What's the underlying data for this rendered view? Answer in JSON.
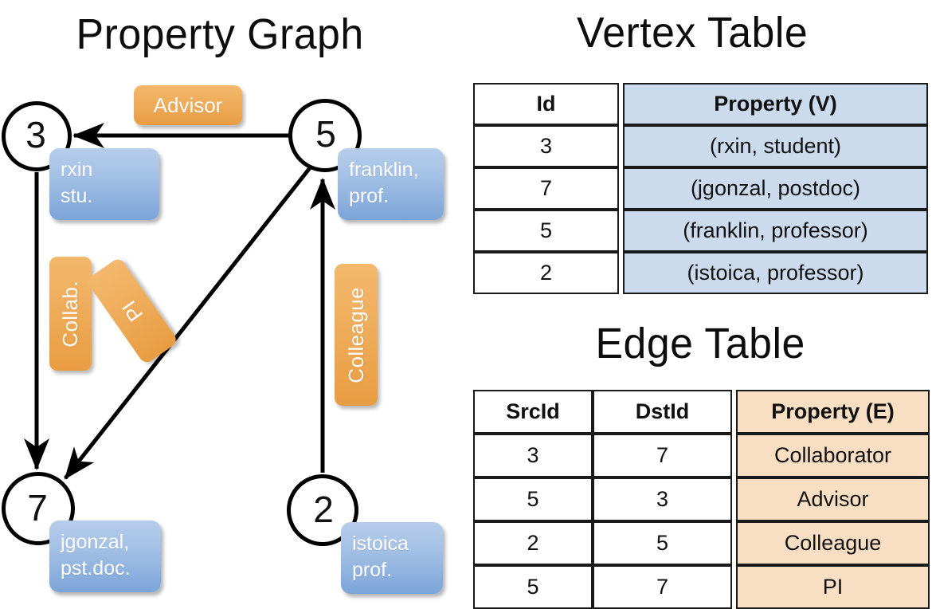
{
  "titles": {
    "property_graph": "Property Graph",
    "vertex_table": "Vertex Table",
    "edge_table": "Edge Table"
  },
  "graph": {
    "nodes": [
      {
        "id": "3",
        "property_lines": [
          "rxin",
          "stu."
        ]
      },
      {
        "id": "5",
        "property_lines": [
          "franklin,",
          "prof."
        ]
      },
      {
        "id": "7",
        "property_lines": [
          "jgonzal,",
          "pst.doc."
        ]
      },
      {
        "id": "2",
        "property_lines": [
          "istoica",
          "prof."
        ]
      }
    ],
    "node_labels": {
      "n3": "3",
      "n5": "5",
      "n7": "7",
      "n2": "2"
    },
    "property_boxes": {
      "rxin": {
        "line1": "rxin",
        "line2": "stu."
      },
      "franklin": {
        "line1": "franklin,",
        "line2": "prof."
      },
      "jgonzal": {
        "line1": "jgonzal,",
        "line2": "pst.doc."
      },
      "istoica": {
        "line1": "istoica",
        "line2": "prof."
      }
    },
    "edge_labels": {
      "advisor": "Advisor",
      "collab": "Collab.",
      "pi": "PI",
      "colleague": "Colleague"
    },
    "edges": [
      {
        "from": "5",
        "to": "3",
        "label": "Advisor"
      },
      {
        "from": "3",
        "to": "7",
        "label": "Collab."
      },
      {
        "from": "5",
        "to": "7",
        "label": "PI"
      },
      {
        "from": "2",
        "to": "5",
        "label": "Colleague"
      }
    ]
  },
  "vertex_table": {
    "headers": [
      "Id",
      "Property (V)"
    ],
    "rows": [
      {
        "id": "3",
        "property": "(rxin, student)"
      },
      {
        "id": "7",
        "property": "(jgonzal, postdoc)"
      },
      {
        "id": "5",
        "property": "(franklin, professor)"
      },
      {
        "id": "2",
        "property": "(istoica, professor)"
      }
    ]
  },
  "edge_table": {
    "headers": [
      "SrcId",
      "DstId",
      "Property (E)"
    ],
    "rows": [
      {
        "src": "3",
        "dst": "7",
        "property": "Collaborator"
      },
      {
        "src": "5",
        "dst": "3",
        "property": "Advisor"
      },
      {
        "src": "2",
        "dst": "5",
        "property": "Colleague"
      },
      {
        "src": "5",
        "dst": "7",
        "property": "PI"
      }
    ]
  },
  "colors": {
    "vertex_property_cell": "#ccdaee",
    "edge_property_cell": "#f8dfc3",
    "node_property_box": "#8cb0de",
    "edge_label_box": "#eeab52",
    "stroke": "#000000"
  }
}
